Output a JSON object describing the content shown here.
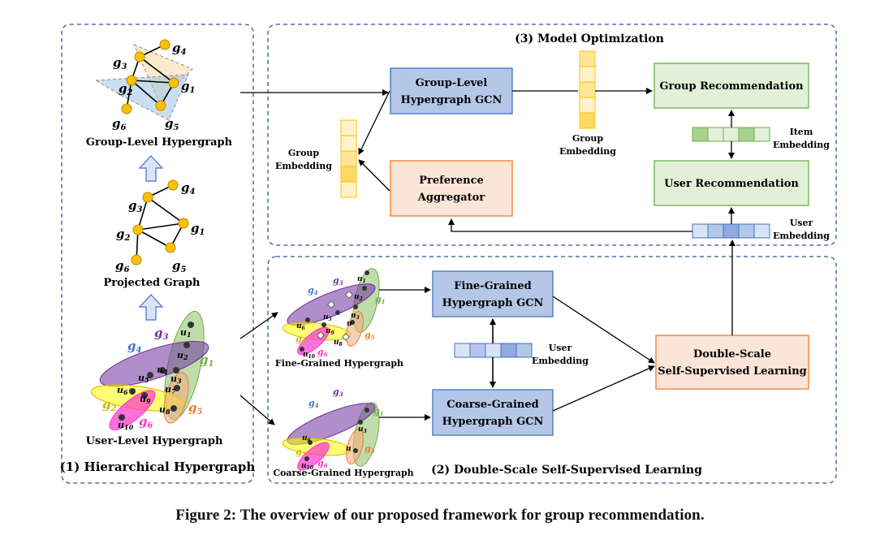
{
  "figure_caption": "Figure 2: The overview of our proposed framework for group recommendation.",
  "panels": {
    "hierarchical": {
      "title": "(1) Hierarchical Hypergraph",
      "group_level_label": "Group-Level Hypergraph",
      "projected_label": "Projected Graph",
      "user_level_label": "User-Level Hypergraph"
    },
    "optimization": {
      "title": "(3) Model Optimization",
      "group_gcn_line1": "Group-Level",
      "group_gcn_line2": "Hypergraph GCN",
      "preference_line1": "Preference",
      "preference_line2": "Aggregator",
      "group_rec": "Group Recommendation",
      "user_rec": "User Recommendation",
      "group_embedding_line1": "Group",
      "group_embedding_line2": "Embedding",
      "item_embedding_line1": "Item",
      "item_embedding_line2": "Embedding",
      "user_embedding_line1": "User",
      "user_embedding_line2": "Embedding"
    },
    "ssl": {
      "title": "(2) Double-Scale Self-Supervised Learning",
      "fine_gcn_line1": "Fine-Grained",
      "fine_gcn_line2": "Hypergraph GCN",
      "coarse_gcn_line1": "Coarse-Grained",
      "coarse_gcn_line2": "Hypergraph GCN",
      "dssl_line1": "Double-Scale",
      "dssl_line2": "Self-Supervised Learning",
      "fine_label": "Fine-Grained Hypergraph",
      "coarse_label": "Coarse-Grained Hypergraph",
      "user_embedding_line1": "User",
      "user_embedding_line2": "Embedding"
    }
  },
  "group_nodes": [
    "g",
    "g",
    "g",
    "g",
    "g",
    "g"
  ],
  "group_node_subscripts": [
    "1",
    "2",
    "3",
    "4",
    "5",
    "6"
  ],
  "user_nodes": [
    "u",
    "u",
    "u",
    "u",
    "u",
    "u",
    "u",
    "u",
    "u",
    "u"
  ],
  "user_node_subscripts": [
    "1",
    "2",
    "3",
    "4",
    "5",
    "6",
    "7",
    "8",
    "9",
    "10"
  ],
  "colors": {
    "blue_box_fill": "#b4c7e7",
    "blue_box_stroke": "#4472c4",
    "green_box_fill": "#e2f0d9",
    "green_box_stroke": "#70ad47",
    "orange_box_fill": "#fbe5d6",
    "orange_box_stroke": "#ed7d31",
    "node": "#ffc000",
    "g1": "#70ad47",
    "g2": "#d4b400",
    "g3": "#7030a0",
    "g4": "#4472c4",
    "g5": "#ed7d31",
    "g6": "#ff33cc"
  }
}
